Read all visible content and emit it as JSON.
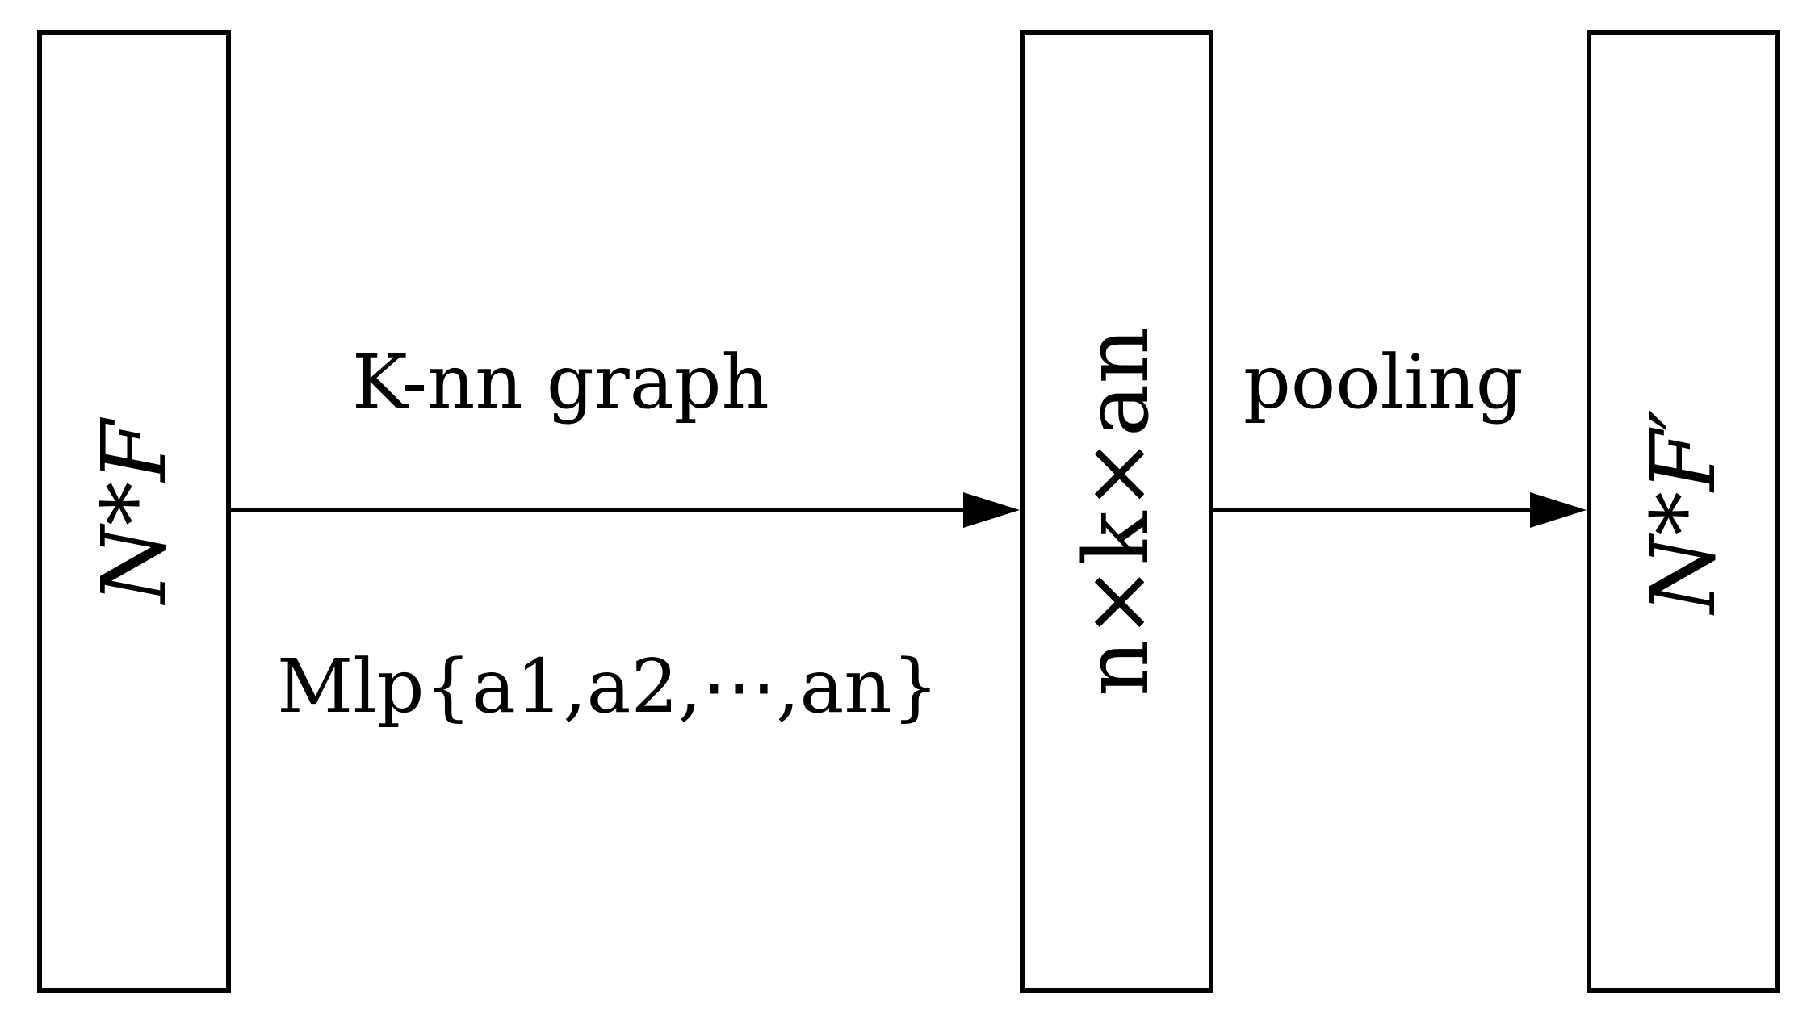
{
  "diagram": {
    "nodes": {
      "left": {
        "label": "N*F"
      },
      "middle": {
        "label": "n×k×an"
      },
      "right": {
        "label": "N*F′"
      }
    },
    "edges": {
      "left_to_middle": {
        "label_top": "K-nn graph",
        "label_bottom": "Mlp{a1,a2,⋯,an}"
      },
      "middle_to_right": {
        "label_top": "pooling"
      }
    }
  }
}
